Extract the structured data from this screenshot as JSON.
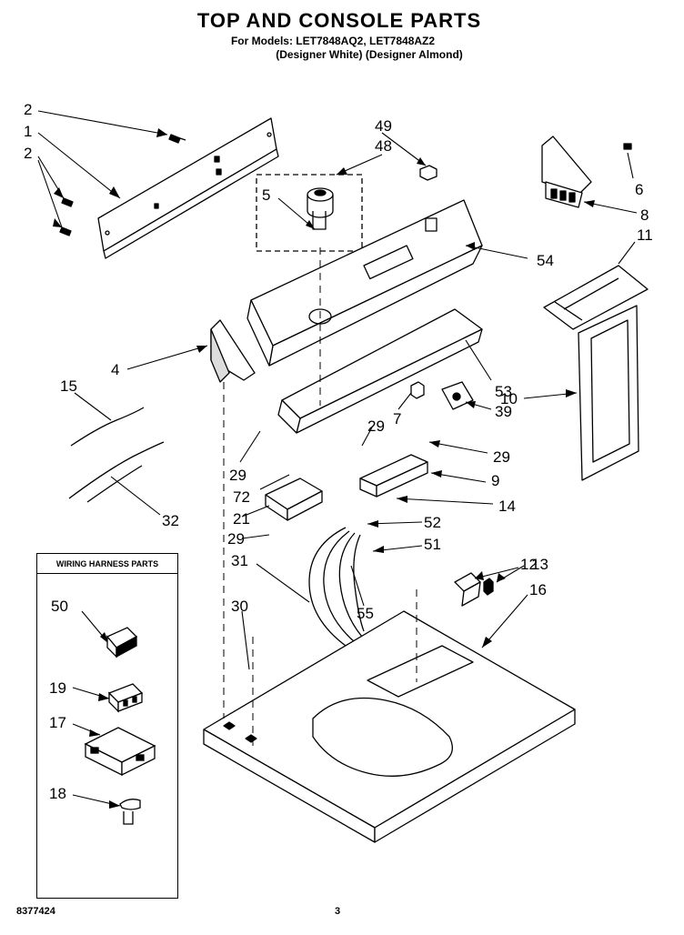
{
  "header": {
    "title": "TOP AND CONSOLE PARTS",
    "models": "For Models: LET7848AQ2, LET7848AZ2",
    "variants": "(Designer White) (Designer Almond)"
  },
  "legend": {
    "title": "WIRING HARNESS PARTS"
  },
  "footer": {
    "part_number": "8377424",
    "page_number": "3"
  },
  "callouts": {
    "c2a": "2",
    "c1": "1",
    "c2b": "2",
    "c49": "49",
    "c48": "48",
    "c5": "5",
    "c6": "6",
    "c8": "8",
    "c11": "11",
    "c54": "54",
    "c4": "4",
    "c15": "15",
    "c53": "53",
    "c10": "10",
    "c7": "7",
    "c29a": "29",
    "c39": "39",
    "c29b": "29",
    "c29c": "29",
    "c9": "9",
    "c72": "72",
    "c32": "32",
    "c14": "14",
    "c21": "21",
    "c52": "52",
    "c29d": "29",
    "c51": "51",
    "c12": "12",
    "c31": "31",
    "c13": "13",
    "c16": "16",
    "c50": "50",
    "c30": "30",
    "c55": "55",
    "c19": "19",
    "c17": "17",
    "c18": "18"
  }
}
